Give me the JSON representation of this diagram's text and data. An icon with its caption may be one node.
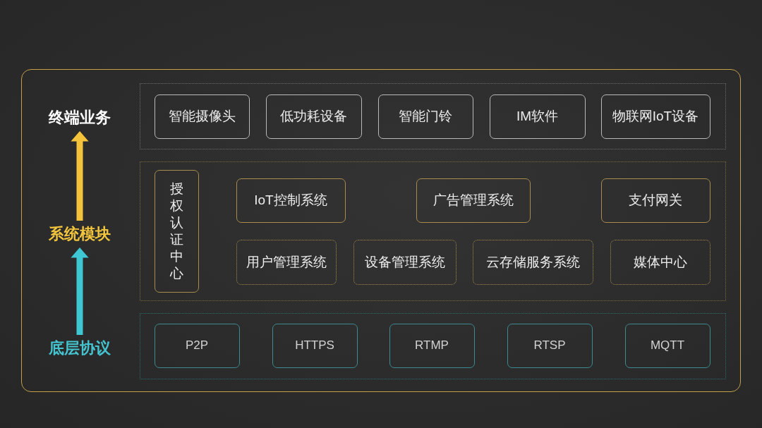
{
  "diagram": {
    "nodes": [
      {
        "text": [],
        "shape": "box"
      },
      {
        "text": [
          "终端业务"
        ],
        "in": 0
      },
      {
        "text": [],
        "shape": "box",
        "in": 0
      },
      {
        "text": [
          "智能摄像头"
        ],
        "in": 2
      },
      {
        "text": [
          "低功耗设备"
        ],
        "in": 2
      },
      {
        "text": [
          "智能门铃"
        ],
        "in": 2
      },
      {
        "text": [
          "IM软件"
        ],
        "in": 2
      },
      {
        "text": [
          "物联网IoT设备"
        ],
        "in": 2
      },
      {
        "text": [
          "系统模块"
        ],
        "in": 0
      },
      {
        "text": [],
        "shape": "box",
        "in": 0
      },
      {
        "text": [
          "授权认证中心"
        ],
        "in": 9
      },
      {
        "text": [
          "IoT控制系统"
        ],
        "in": 9
      },
      {
        "text": [
          "广告管理系统"
        ],
        "in": 9
      },
      {
        "text": [
          "支付网关"
        ],
        "in": 9
      },
      {
        "text": [
          "用户管理系统"
        ],
        "in": 9
      },
      {
        "text": [
          "设备管理系统"
        ],
        "in": 9
      },
      {
        "text": [
          "云存储服务系统"
        ],
        "in": 9
      },
      {
        "text": [
          "媒体中心"
        ],
        "in": 9
      },
      {
        "text": [
          "底层协议"
        ],
        "in": 0
      },
      {
        "text": [],
        "shape": "box",
        "in": 0
      },
      {
        "text": [
          "P2P"
        ],
        "in": 19
      },
      {
        "text": [
          "HTTPS"
        ],
        "in": 19
      },
      {
        "text": [
          "RTMP"
        ],
        "in": 19
      },
      {
        "text": [
          "RTSP"
        ],
        "in": 19
      },
      {
        "text": [
          "MQTT"
        ],
        "in": 19
      }
    ],
    "edges": [
      {
        "from": 18,
        "to": 8,
        "arrow": "to",
        "color": "#3ec6d2"
      },
      {
        "from": 8,
        "to": 1,
        "arrow": "to",
        "color": "#f5c33b"
      }
    ]
  }
}
